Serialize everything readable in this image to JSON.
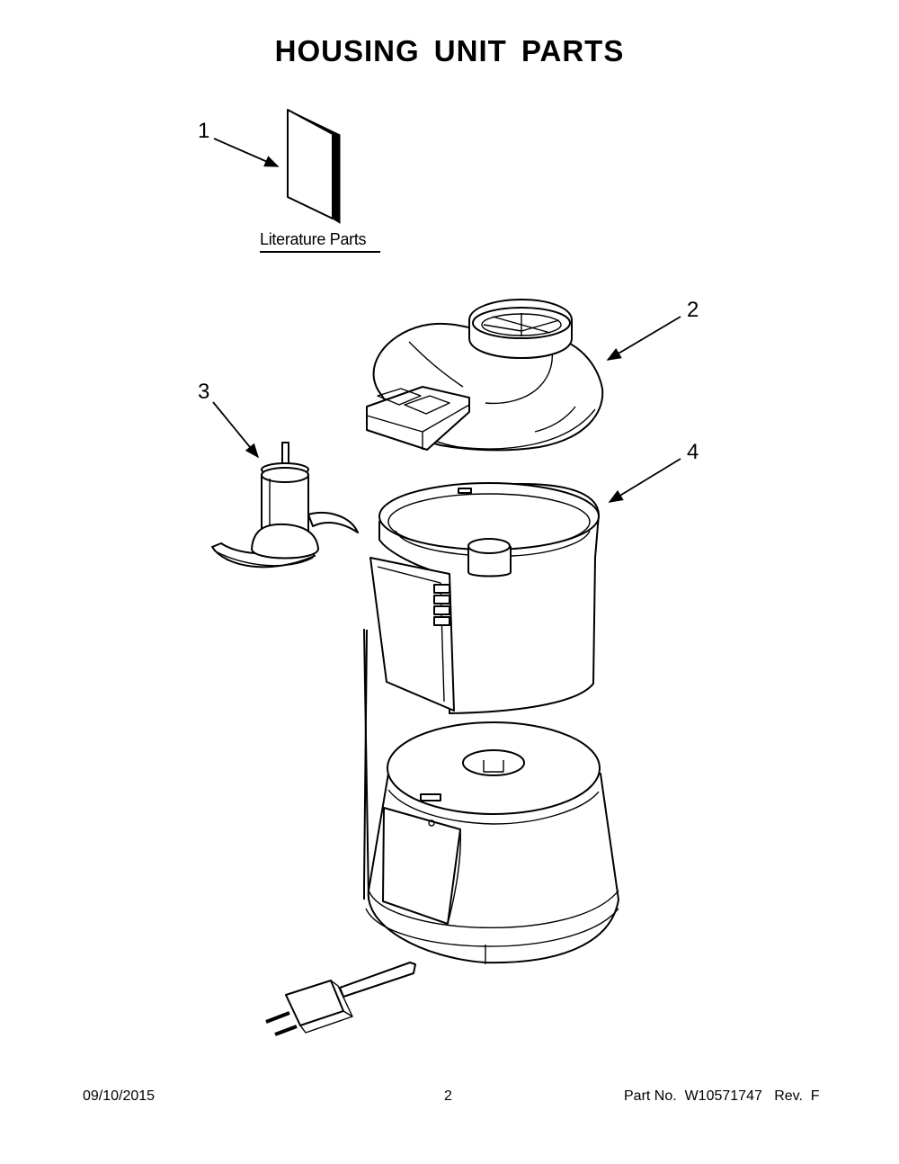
{
  "title": "HOUSING UNIT PARTS",
  "callouts": {
    "c1": "1",
    "c2": "2",
    "c3": "3",
    "c4": "4"
  },
  "literature_label": "Literature Parts",
  "footer": {
    "date": "09/10/2015",
    "page": "2",
    "part_no": "Part No.  W10571747   Rev.  F"
  }
}
